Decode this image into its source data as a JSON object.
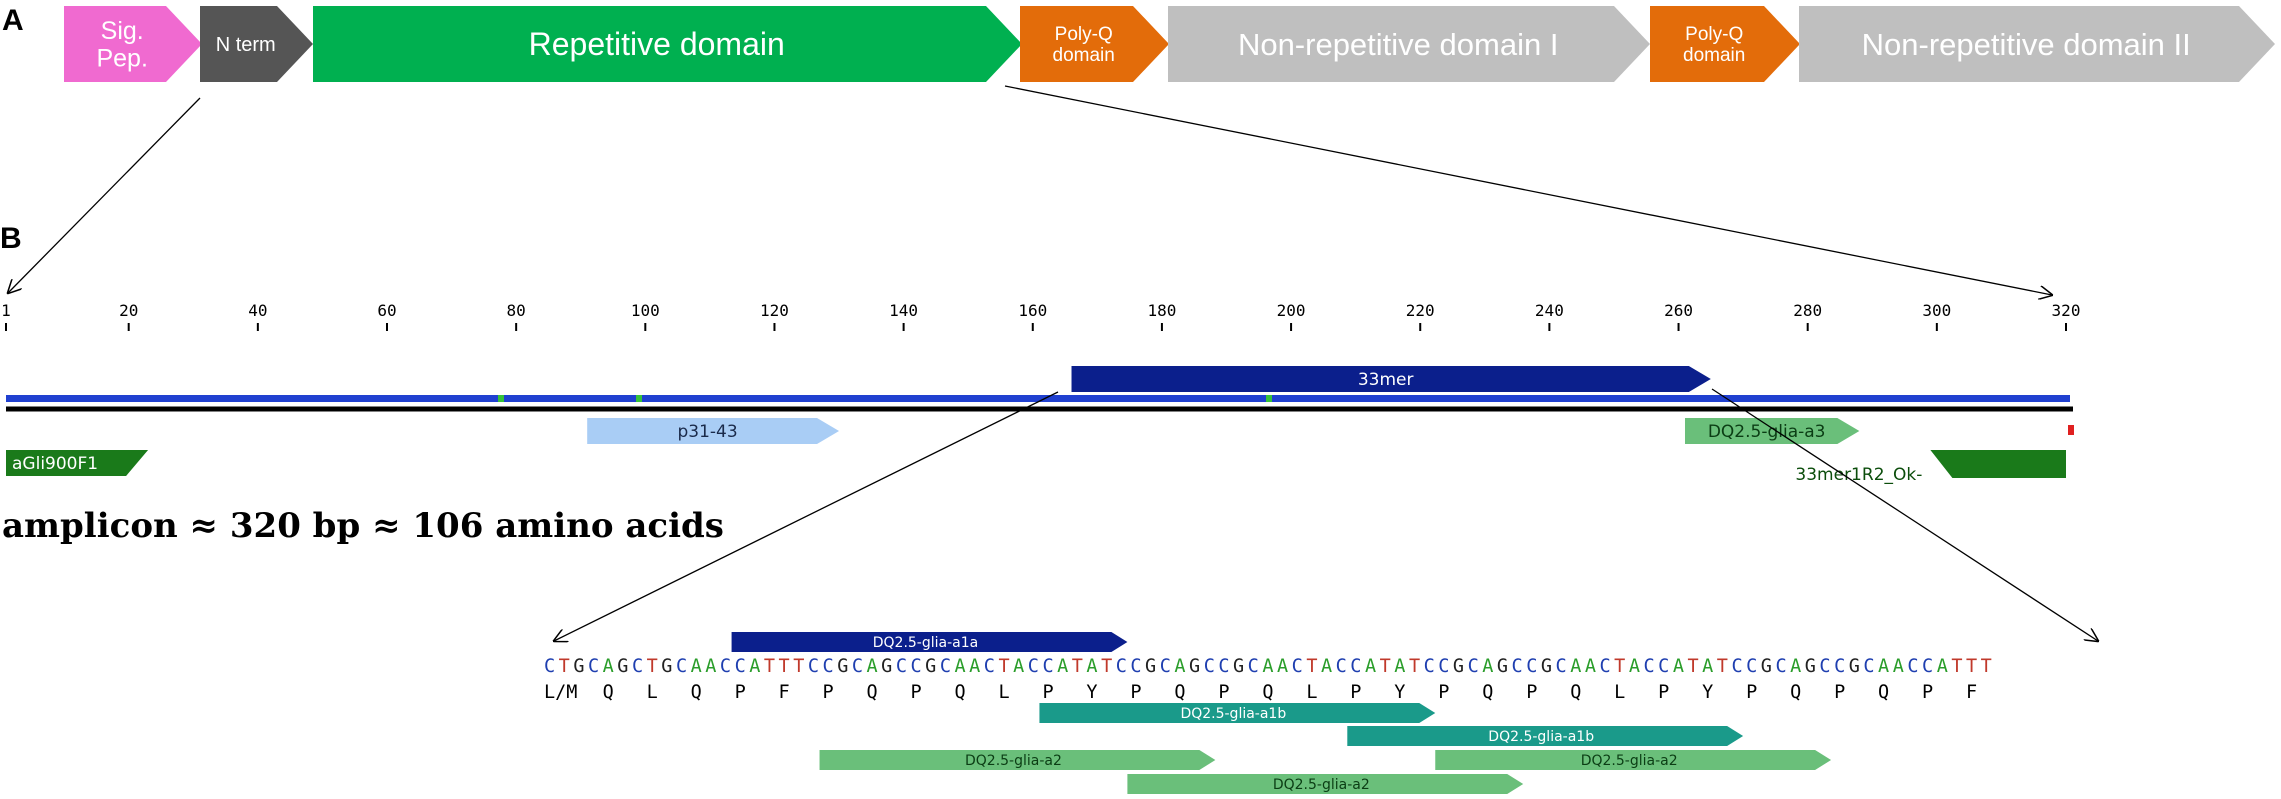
{
  "panel_a": {
    "letter": "A",
    "domains": [
      {
        "lines": [
          "Sig.",
          "Pep."
        ],
        "color": "#f06ad0"
      },
      {
        "lines": [
          "N term"
        ],
        "color": "#555555"
      },
      {
        "lines": [
          "Repetitive domain"
        ],
        "color": "#00b050"
      },
      {
        "lines": [
          "Poly-Q",
          "domain"
        ],
        "color": "#e36c0a"
      },
      {
        "lines": [
          "Non-repetitive domain I"
        ],
        "color": "#bfbfbf"
      },
      {
        "lines": [
          "Poly-Q",
          "domain"
        ],
        "color": "#e36c0a"
      },
      {
        "lines": [
          "Non-repetitive domain II"
        ],
        "color": "#bfbfbf"
      }
    ]
  },
  "panel_b": {
    "letter": "B",
    "ruler": {
      "min": 1,
      "max": 320,
      "ticks": [
        1,
        20,
        40,
        60,
        80,
        100,
        120,
        140,
        160,
        180,
        200,
        220,
        240,
        260,
        280,
        300,
        320
      ]
    },
    "features": [
      {
        "label": "33mer",
        "start": 166,
        "end": 265,
        "color": "#0b1f8c",
        "text_color": "#ffffff",
        "dir": "forward"
      },
      {
        "label": "p31-43",
        "start": 91,
        "end": 130,
        "color": "#a9cdf5",
        "text_color": "#1a2a4a",
        "dir": "forward"
      },
      {
        "label": "DQ2.5-glia-a3",
        "start": 261,
        "end": 288,
        "color": "#6abf7a",
        "text_color": "#0b3d14",
        "dir": "forward"
      },
      {
        "label": "aGli900F1",
        "start": 1,
        "end": 23,
        "color": "#1a7a1a",
        "text_color": "#ffffff",
        "dir": "forward"
      },
      {
        "label": "33mer1R2_Ok-",
        "start": 299,
        "end": 320,
        "color": "#1a7a1a",
        "text_color": "#0b4d0b",
        "dir": "reverse"
      }
    ],
    "amplicon_note": "amplicon ≈ 320 bp ≈ 106 amino acids"
  },
  "sequence": {
    "dna": "CTGCAGCTGCAACCATTTCCGCAGCCGCAACTACCATATCCGCAGCCGCAACTACCATATCCGCAGCCGCAACTACCATATCCGCAGCCGCAACCATTT",
    "aa": [
      "L/M",
      "Q",
      "L",
      "Q",
      "P",
      "F",
      "P",
      "Q",
      "P",
      "Q",
      "L",
      "P",
      "Y",
      "P",
      "Q",
      "P",
      "Q",
      "L",
      "P",
      "Y",
      "P",
      "Q",
      "P",
      "Q",
      "L",
      "P",
      "Y",
      "P",
      "Q",
      "P",
      "Q",
      "P",
      "F"
    ],
    "base_colors": {
      "A": "#2a9d2a",
      "C": "#1f3fb0",
      "G": "#222222",
      "T": "#c0392b"
    },
    "annotations": [
      {
        "label": "DQ2.5-glia-a1a",
        "start": 13,
        "end": 39,
        "row": 0,
        "color": "#0b1f8c",
        "text_color": "#ffffff"
      },
      {
        "label": "DQ2.5-glia-a1b",
        "start": 34,
        "end": 60,
        "row": 1,
        "color": "#1a9a8a",
        "text_color": "#ffffff"
      },
      {
        "label": "DQ2.5-glia-a1b",
        "start": 55,
        "end": 81,
        "row": 2,
        "color": "#1a9a8a",
        "text_color": "#ffffff"
      },
      {
        "label": "DQ2.5-glia-a2",
        "start": 19,
        "end": 45,
        "row": 3,
        "color": "#6abf7a",
        "text_color": "#0b3d14"
      },
      {
        "label": "DQ2.5-glia-a2",
        "start": 61,
        "end": 87,
        "row": 3,
        "color": "#6abf7a",
        "text_color": "#0b3d14"
      },
      {
        "label": "DQ2.5-glia-a2",
        "start": 40,
        "end": 66,
        "row": 4,
        "color": "#6abf7a",
        "text_color": "#0b3d14"
      }
    ]
  }
}
